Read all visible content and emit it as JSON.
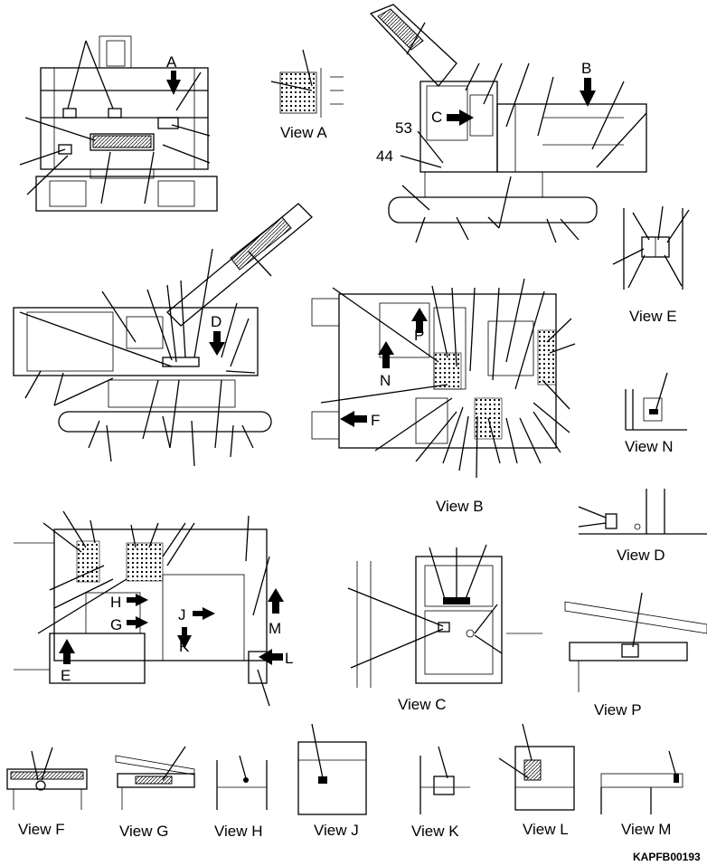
{
  "views": {
    "a": "View A",
    "b": "View B",
    "c": "View C",
    "d": "View D",
    "e": "View E",
    "f": "View F",
    "g": "View G",
    "h": "View H",
    "j": "View J",
    "k": "View K",
    "l": "View L",
    "m": "View M",
    "n": "View N",
    "p": "View P"
  },
  "arrow_letters": {
    "a": "A",
    "b": "B",
    "c": "C",
    "d": "D",
    "e": "E",
    "f": "F",
    "g": "G",
    "h": "H",
    "j": "J",
    "k": "K",
    "l": "L",
    "m": "M",
    "n": "N",
    "p": "P"
  },
  "callouts": {
    "n53": "53",
    "n44": "44"
  },
  "drawing_code": "KAPFB00193",
  "colors": {
    "ink": "#000000",
    "paper": "#ffffff"
  }
}
